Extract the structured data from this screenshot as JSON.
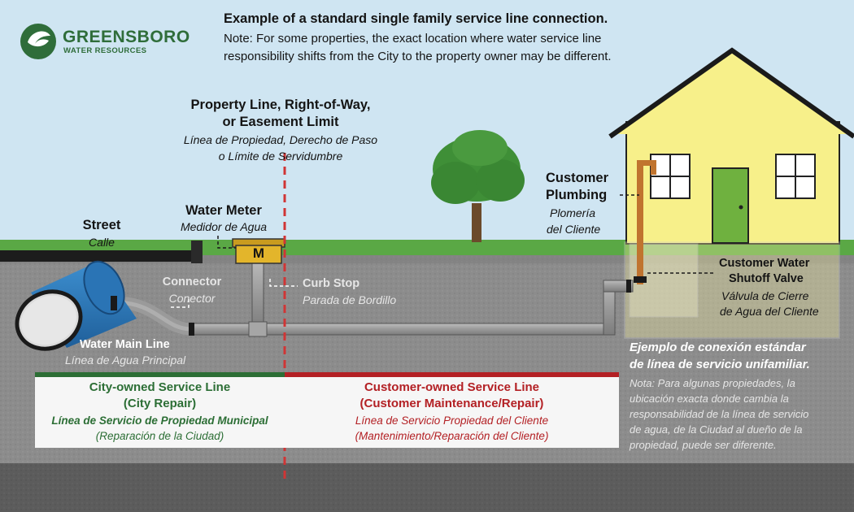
{
  "logo": {
    "name": "GREENSBORO",
    "subtitle": "WATER RESOURCES"
  },
  "header": {
    "title": "Example of a standard single family service line connection.",
    "note_line1": "Note: For some properties, the exact location where water service line",
    "note_line2": "responsibility shifts from the City to the property owner may be different."
  },
  "labels": {
    "property_line": {
      "en1": "Property Line, Right-of-Way,",
      "en2": "or Easement Limit",
      "es1": "Línea de Propiedad, Derecho de Paso",
      "es2": "o Límite de Servidumbre"
    },
    "street": {
      "en": "Street",
      "es": "Calle"
    },
    "water_meter": {
      "en": "Water Meter",
      "es": "Medidor de Agua",
      "symbol": "M"
    },
    "connector": {
      "en": "Connector",
      "es": "Conector"
    },
    "curb_stop": {
      "en": "Curb Stop",
      "es": "Parada de Bordillo"
    },
    "water_main": {
      "en": "Water Main Line",
      "es": "Línea de Agua Principal"
    },
    "customer_plumbing": {
      "en1": "Customer",
      "en2": "Plumbing",
      "es1": "Plomería",
      "es2": "del Cliente"
    },
    "shutoff_valve": {
      "en1": "Customer Water",
      "en2": "Shutoff Valve",
      "es1": "Válvula de Cierre",
      "es2": "de Agua del Cliente"
    }
  },
  "legend": {
    "city": {
      "en1": "City-owned Service Line",
      "en2": "(City Repair)",
      "es1": "Línea de Servicio de Propiedad Municipal",
      "es2": "(Reparación de la Ciudad)"
    },
    "customer": {
      "en1": "Customer-owned Service Line",
      "en2": "(Customer Maintenance/Repair)",
      "es1": "Línea de Servicio Propiedad del Cliente",
      "es2": "(Mantenimiento/Reparación del Cliente)"
    }
  },
  "spanish_note": {
    "title1": "Ejemplo de conexión estándar",
    "title2": "de línea de servicio unifamiliar.",
    "body1": "Nota: Para algunas propiedades, la",
    "body2": "ubicación exacta donde cambia la",
    "body3": "responsabilidad de la línea de servicio",
    "body4": "de agua, de la Ciudad al dueño de la",
    "body5": "propiedad, puede ser diferente."
  },
  "colors": {
    "sky": "#cfe5f2",
    "grass": "#5aa845",
    "soil": "#8a8a8a",
    "house": "#f7f08a",
    "door": "#6fb13f",
    "main_pipe": "#2f7fc2",
    "meter": "#e3b52b",
    "city_green": "#2c6e35",
    "customer_red": "#b32024",
    "plumbing": "#c0742f"
  }
}
